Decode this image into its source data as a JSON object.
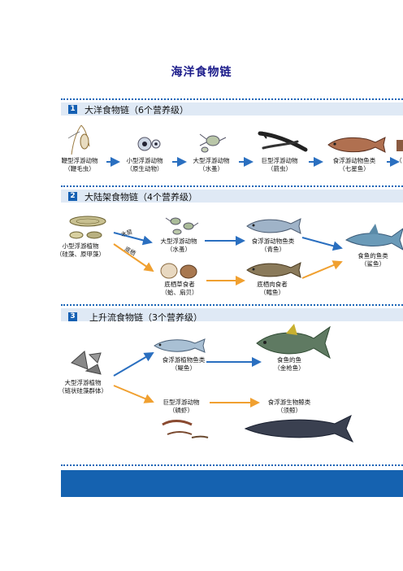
{
  "title": "海洋食物链",
  "colors": {
    "accent": "#1560b3",
    "arrow_blue": "#2a6fc0",
    "arrow_orange": "#f0a030",
    "footer": "#1562b0"
  },
  "sections": [
    {
      "number": "1",
      "title": "大洋食物链（6个营养级）",
      "nodes": [
        {
          "name": "鞭型浮游动物",
          "sub": "（鞭毛虫）"
        },
        {
          "name": "小型浮游动物",
          "sub": "（原生动物）"
        },
        {
          "name": "大型浮游动物",
          "sub": "（水蚤）"
        },
        {
          "name": "巨型浮游动物",
          "sub": "（箭虫）"
        },
        {
          "name": "食浮游动物鱼类",
          "sub": "（七星鱼）"
        },
        {
          "name": "",
          "sub": "（"
        }
      ]
    },
    {
      "number": "2",
      "title": "大陆架食物链（4个营养级）",
      "nodes": {
        "start": {
          "name": "小型浮游植物",
          "sub": "（硅藻、原甲藻）"
        },
        "upper_edge": "水层",
        "lower_edge": "底栖",
        "mid_upper": {
          "name": "大型浮游动物",
          "sub": "（水蚤）"
        },
        "mid_lower": {
          "name": "底栖草食者",
          "sub": "（蛤、扇贝）"
        },
        "fish_upper": {
          "name": "食浮游动物鱼类",
          "sub": "（青鱼）"
        },
        "fish_lower": {
          "name": "底栖肉食者",
          "sub": "（鳕鱼）"
        },
        "end": {
          "name": "食鱼的鱼类",
          "sub": "（鲨鱼）"
        }
      }
    },
    {
      "number": "3",
      "title": "上升流食物链（3个营养级）",
      "nodes": {
        "start": {
          "name": "大型浮游植物",
          "sub": "（链状硅藻群体）"
        },
        "upper_mid": {
          "name": "食浮游植物鱼类",
          "sub": "（鳀鱼）"
        },
        "upper_end": {
          "name": "食鱼的鱼",
          "sub": "（金枪鱼）"
        },
        "lower_mid": {
          "name": "巨型浮游动物",
          "sub": "（磷虾）"
        },
        "lower_end": {
          "name": "食浮游生物鲸类",
          "sub": "（须鲸）"
        }
      }
    }
  ]
}
